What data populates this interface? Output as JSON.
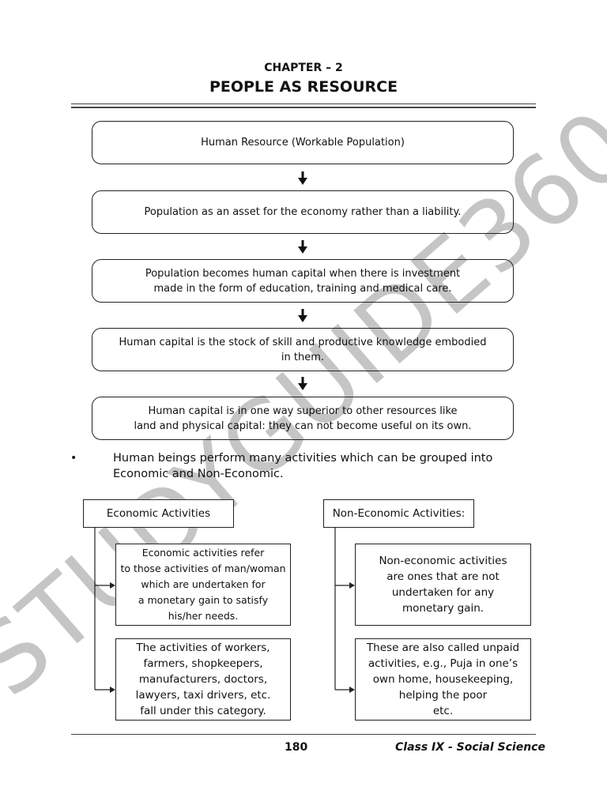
{
  "header": {
    "chapter": "CHAPTER – 2",
    "title": "PEOPLE AS RESOURCE"
  },
  "flow": [
    "Human Resource (Workable Population)",
    "Population as an asset for the economy rather than a liability.",
    "Population becomes human capital when there is investment\nmade in the form of education, training and medical care.",
    "Human capital is the stock of skill and productive knowledge embodied\nin them.",
    "Human capital is in one way superior to other resources like\nland and physical capital: they can not become useful on its own."
  ],
  "bullet": {
    "symbol": "•",
    "text": "Human beings perform many activities which can be grouped into Economic and Non-Economic."
  },
  "economic": {
    "heading": "Economic Activities",
    "definition": "Economic activities refer\nto those activities of man/woman\nwhich are undertaken for\na monetary gain to satisfy\nhis/her needs.",
    "examples": "The activities of workers,\nfarmers, shopkeepers,\nmanufacturers, doctors,\nlawyers, taxi drivers, etc.\nfall under this category."
  },
  "non_economic": {
    "heading": "Non-Economic Activities:",
    "definition": "Non-economic activities\nare ones that are not\nundertaken for any\nmonetary gain.",
    "examples": "These are also called unpaid\nactivities, e.g., Puja in one’s\nown home, housekeeping,\nhelping the poor\netc."
  },
  "watermark": "STUDYGUIDE360",
  "footer": {
    "page_number": "180",
    "book": "Class IX - Social Science"
  }
}
